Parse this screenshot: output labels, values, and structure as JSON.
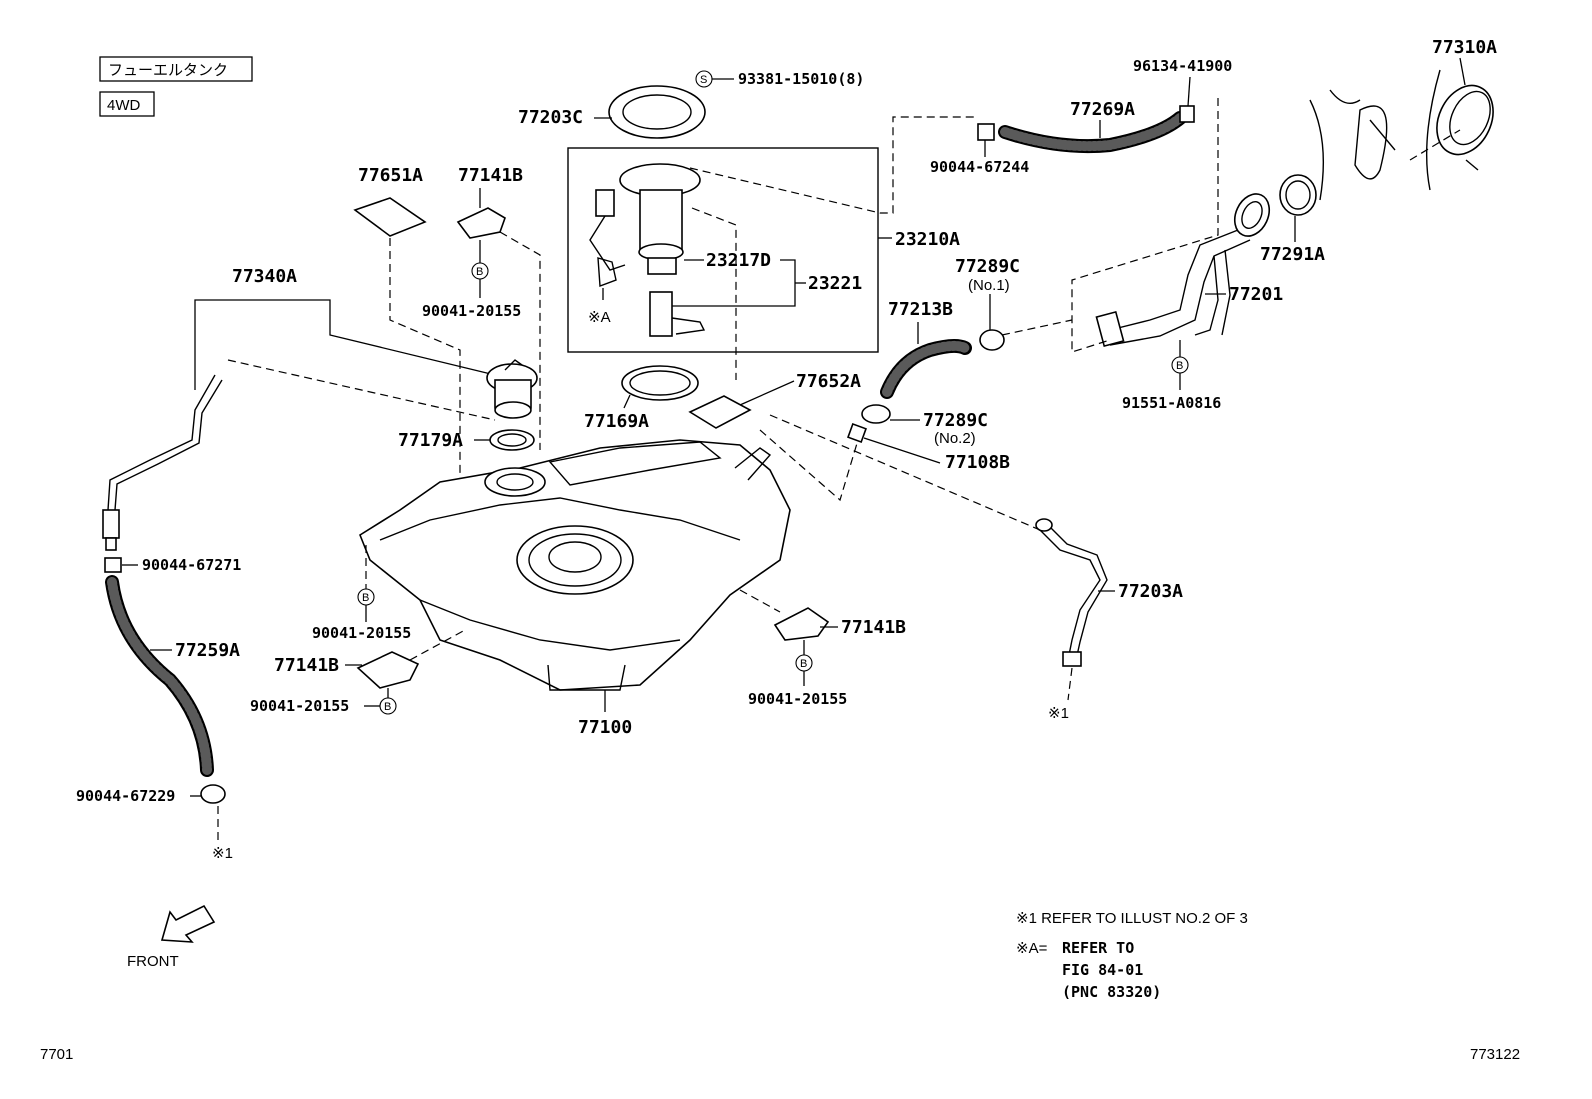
{
  "header_tags": [
    "フューエルタンク",
    "4WD"
  ],
  "parts": {
    "p77310A": "77310A",
    "p96134_41900": "96134-41900",
    "p93381": "93381-15010(8)",
    "p77269A": "77269A",
    "p77203C": "77203C",
    "p90044_67244": "90044-67244",
    "p77651A": "77651A",
    "p77141B_top": "77141B",
    "p23210A": "23210A",
    "p77291A": "77291A",
    "p23217D": "23217D",
    "p23221": "23221",
    "p77340A": "77340A",
    "p77289C_1": "77289C",
    "p77289C_1_sub": "(No.1)",
    "p77201": "77201",
    "p90041_20155_a": "90041-20155",
    "p77213B": "77213B",
    "pA_ref": "※A",
    "p91551": "91551-A0816",
    "p77652A": "77652A",
    "p77169A": "77169A",
    "p77289C_2": "77289C",
    "p77289C_2_sub": "(No.2)",
    "p77179A": "77179A",
    "p77108B": "77108B",
    "p90044_67271": "90044-67271",
    "p77203A": "77203A",
    "p90041_20155_b": "90041-20155",
    "p77141B_r": "77141B",
    "p77259A": "77259A",
    "p77141B_l": "77141B",
    "p90041_20155_c": "90041-20155",
    "p90041_20155_d": "90041-20155",
    "p77100": "77100",
    "p_ref1_right": "※1",
    "p90044_67229": "90044-67229",
    "p_ref1_left": "※1"
  },
  "circle_marks": {
    "s": "S",
    "b": "B"
  },
  "front_label": "FRONT",
  "notes": {
    "n1": "※1 REFER TO ILLUST NO.2 OF 3",
    "n2_prefix": "※A=",
    "n2_line1": "REFER TO",
    "n2_line2": "FIG 84-01",
    "n2_line3": "(PNC 83320)"
  },
  "footer": {
    "left": "7701",
    "right": "773122"
  }
}
